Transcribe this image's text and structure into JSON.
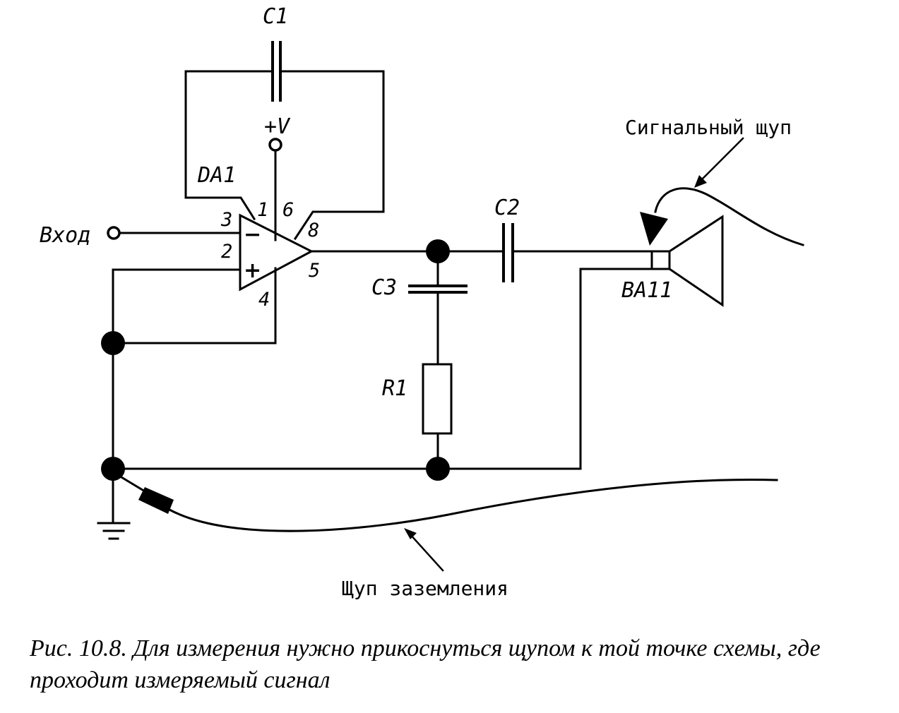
{
  "labels": {
    "c1": "C1",
    "c2": "C2",
    "c3": "C3",
    "r1": "R1",
    "da1": "DA1",
    "ba11": "BA11",
    "vplus": "+V",
    "input": "Вход",
    "minus": "−",
    "plus": "+"
  },
  "pins": {
    "p1": "1",
    "p2": "2",
    "p3": "3",
    "p4": "4",
    "p5": "5",
    "p6": "6",
    "p8": "8"
  },
  "annotations": {
    "signal_probe": "Сигнальный щуп",
    "ground_probe": "Щуп заземления"
  },
  "caption": "Рис. 10.8. Для измерения нужно прикоснуться щупом к той точке схемы, где проходит измеряемый сигнал"
}
